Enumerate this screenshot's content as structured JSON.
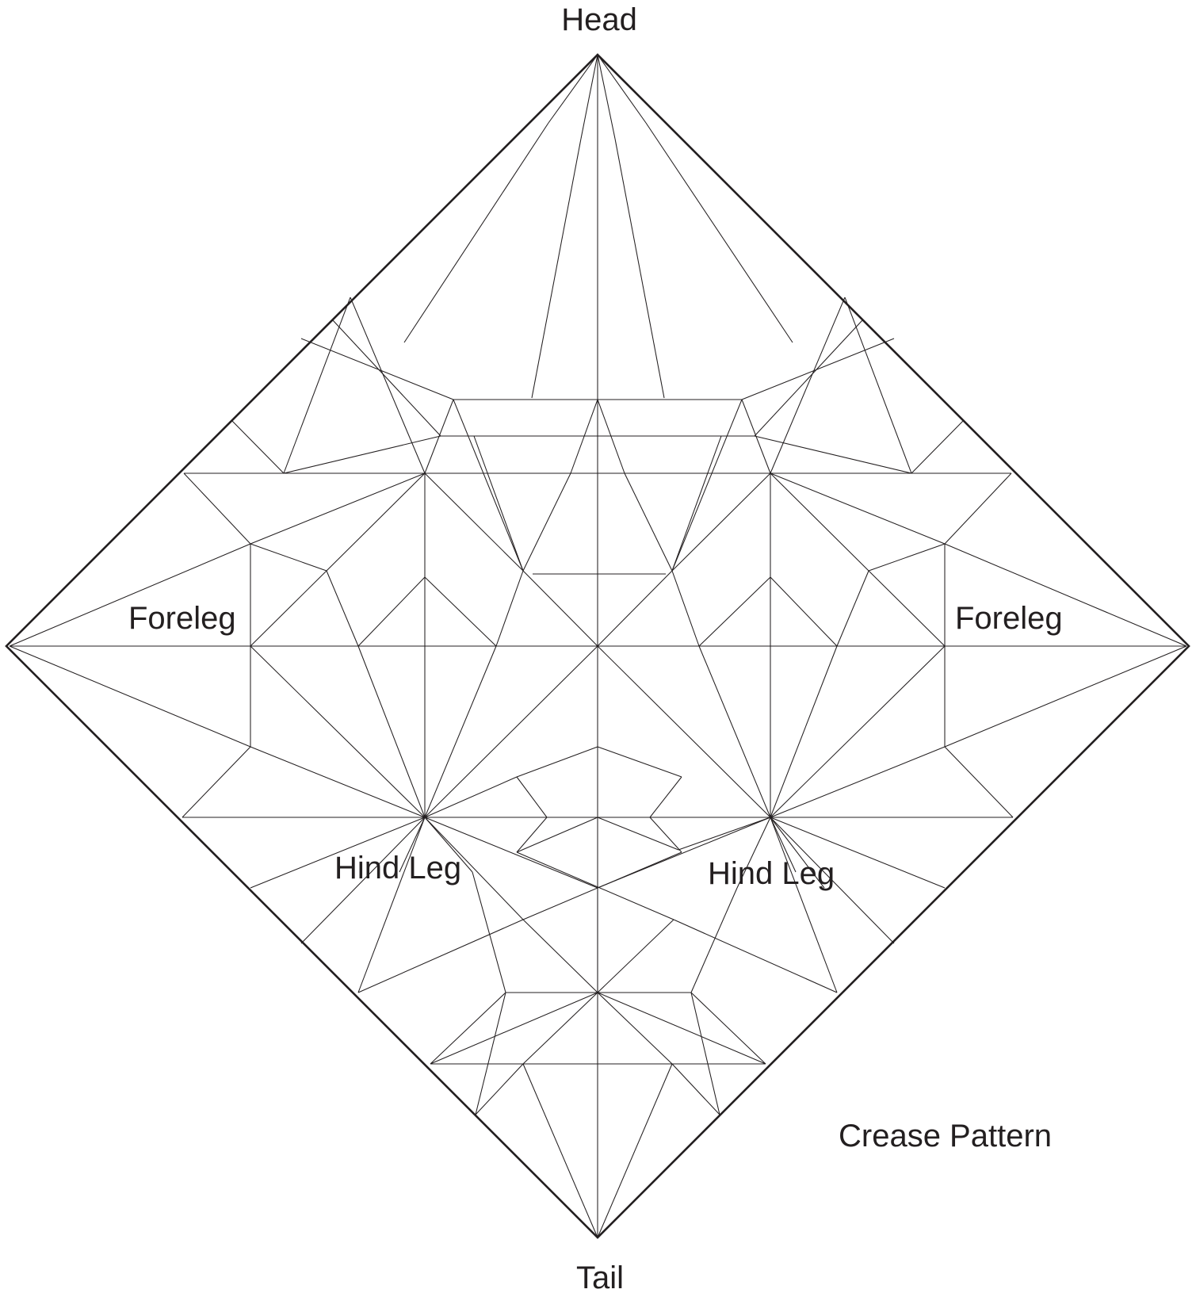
{
  "labels": {
    "head": "Head",
    "tail": "Tail",
    "foreleg_left": "Foreleg",
    "foreleg_right": "Foreleg",
    "hind_leg_left": "Hind Leg",
    "hind_leg_right": "Hind Leg",
    "caption": "Crease Pattern"
  },
  "colors": {
    "ink": "#231f20",
    "paper": "#ffffff"
  }
}
